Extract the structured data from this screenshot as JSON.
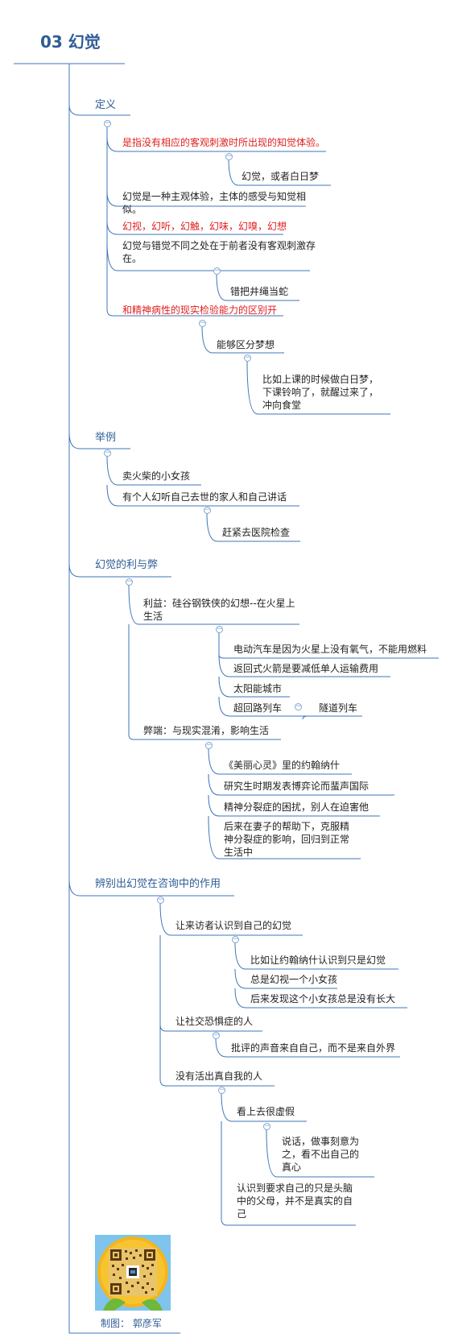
{
  "title": "03 幻觉",
  "colors": {
    "line": "#3f74b8",
    "title": "#2f5d95",
    "red": "#e02020",
    "collapse": "#7fa6d4"
  },
  "icons": [
    "collapse-minus-icon",
    "qr-code-image",
    "sunflower-frame"
  ],
  "branches": {
    "definition": {
      "label": "定义",
      "n1": "是指没有相应的客观刺激时所出现的知觉体验。",
      "n1_1": "幻觉，或者白日梦",
      "n2": "幻觉是一种主观体验，主体的感受与知觉相似。",
      "n3": "幻视，幻听，幻触，幻味，幻嗅，幻想",
      "n4": "幻觉与错觉不同之处在于前者没有客观刺激存在。",
      "n4_1": "错把井绳当蛇",
      "n5": "和精神病性的现实检验能力的区别开",
      "n5_1": "能够区分梦想",
      "n5_1_1": "比如上课的时候做白日梦，下课铃响了，就醒过来了，冲向食堂"
    },
    "examples": {
      "label": "举例",
      "n1": "卖火柴的小女孩",
      "n2": "有个人幻听自己去世的家人和自己讲话",
      "n2_1": "赶紧去医院检查"
    },
    "pros_cons": {
      "label": "幻觉的利与弊",
      "pro": "利益：硅谷钢铁侠的幻想--在火星上生活",
      "pro_1": "电动汽车是因为火星上没有氧气，不能用燃料",
      "pro_2": "返回式火箭是要减低单人运输费用",
      "pro_3": "太阳能城市",
      "pro_4": "超回路列车",
      "pro_4_1": "隧道列车",
      "con": "弊端：与现实混淆，影响生活",
      "con_1": "《美丽心灵》里的约翰纳什",
      "con_2": "研究生时期发表博弈论而蜚声国际",
      "con_3": "精神分裂症的困扰，别人在迫害他",
      "con_4": "后来在妻子的帮助下，克服精神分裂症的影响，回归到正常生活中"
    },
    "counseling": {
      "label": "辨别出幻觉在咨询中的作用",
      "n1": "让来访者认识到自己的幻觉",
      "n1_1": "比如让约翰纳什认识到只是幻觉",
      "n1_2": "总是幻视一个小女孩",
      "n1_3": "后来发现这个小女孩总是没有长大",
      "n2": "让社交恐惧症的人",
      "n2_1": "批评的声音来自自己，而不是来自外界",
      "n3": "没有活出真自我的人",
      "n3_1": "看上去很虚假",
      "n3_1_1": "说话，做事刻意为之，看不出自己的真心",
      "n3_2": "认识到要求自己的只是头脑中的父母，并不是真实的自己"
    }
  },
  "credit": "制图： 郭彦军"
}
